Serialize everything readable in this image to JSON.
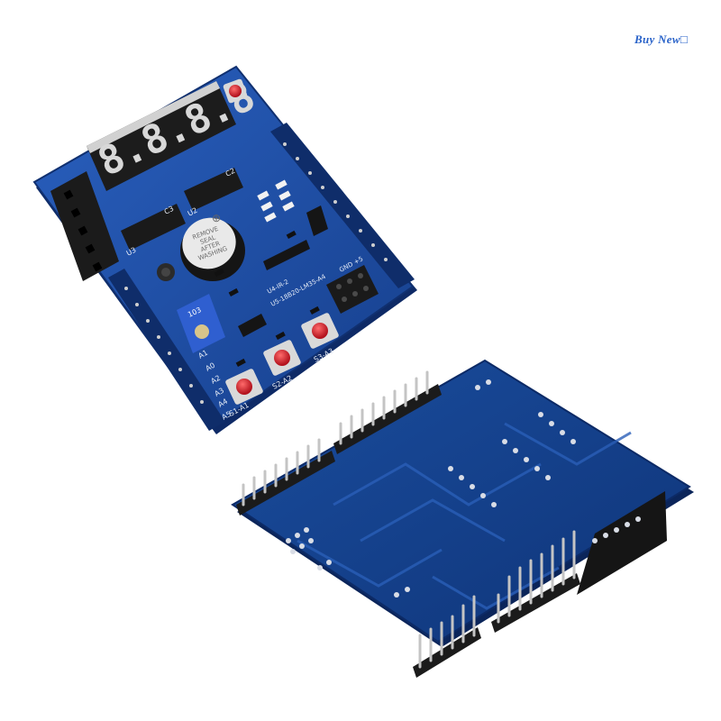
{
  "badge": {
    "text": "Buy  New□"
  },
  "front_board": {
    "display": {
      "digits": "8.8.8.8",
      "digit_color": "#d8d8d8"
    },
    "buzzer": {
      "label_lines": [
        "REMOVE",
        "SEAL",
        "AFTER",
        "WASHING"
      ],
      "symbol": "⊕"
    },
    "potentiometer": {
      "label": "103"
    },
    "silkscreen": {
      "pins_left": [
        "A0",
        "A1",
        "A2",
        "A3",
        "A4",
        "A5"
      ],
      "buttons": [
        "S1-A1",
        "S2-A2",
        "S3-A3"
      ],
      "chip_labels": [
        "U3",
        "U2",
        "C3",
        "C2"
      ],
      "header_label": "U4-IR-2",
      "header_label2": "U5-18B20-LM35-A4",
      "gnd_label": "GND +5"
    }
  },
  "colors": {
    "pcb": "#1d4ea6",
    "pcb_dark": "#123578",
    "pin_black": "#1b1b1b",
    "pin_gold": "#c9c9c9",
    "button_red": "#d81e2a",
    "button_body": "#d9d9d9",
    "potentiometer": "#2f5fd0"
  }
}
